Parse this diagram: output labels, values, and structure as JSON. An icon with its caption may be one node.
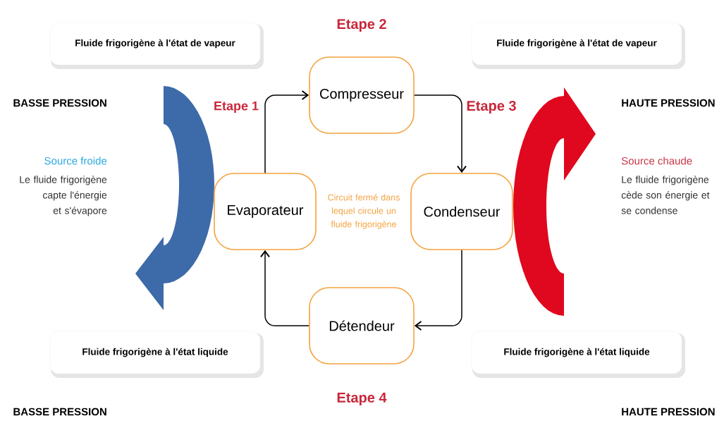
{
  "diagram": {
    "nodes": [
      {
        "text": [
          "Fluide frigorigène à l'état de vapeur"
        ]
      },
      {
        "text": [
          "Fluide frigorigène à l'état de vapeur"
        ]
      },
      {
        "text": [
          "Compresseur"
        ]
      },
      {
        "text": [
          "Evaporateur"
        ]
      },
      {
        "text": [
          "Condenseur"
        ]
      },
      {
        "text": [
          "Détendeur"
        ]
      },
      {
        "text": [
          "Fluide frigorigène à l'état liquide"
        ]
      },
      {
        "text": [
          "Fluide frigorigène à l'état liquide"
        ]
      }
    ],
    "edges": [
      {
        "from": 3,
        "to": 2,
        "arrow": "to"
      },
      {
        "from": 2,
        "to": 4,
        "arrow": "to"
      },
      {
        "from": 4,
        "to": 5,
        "arrow": "to"
      },
      {
        "from": 5,
        "to": 3,
        "arrow": "to"
      }
    ],
    "labels": [
      "Etape 2",
      "BASSE PRESSION",
      "Etape 1",
      "Etape 3",
      "HAUTE PRESSION",
      "Source froide",
      "Source chaude",
      "Le fluide frigorigène capte l'énergie et s'évapore",
      "Le fluide frigorigène cède son énergie et se condense",
      "Circuit fermé dans lequel circule un fluide frigorigène",
      "Etape 4",
      "BASSE PRESSION",
      "HAUTE PRESSION"
    ]
  }
}
